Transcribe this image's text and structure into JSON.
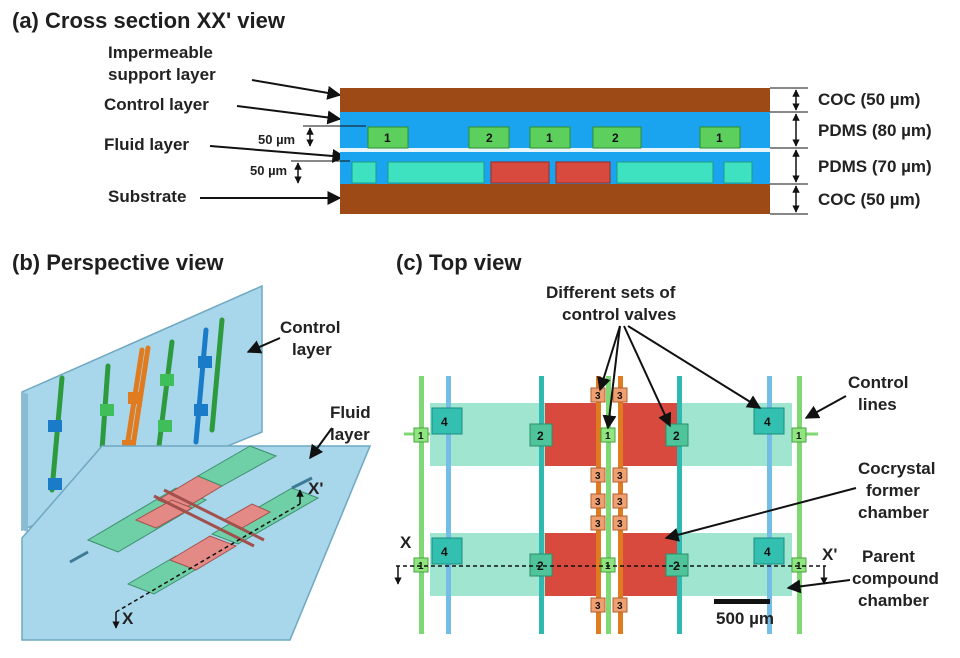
{
  "panel_a": {
    "title": "(a)  Cross section XX' view",
    "labels": {
      "support": [
        "Impermeable",
        "support layer"
      ],
      "control": "Control layer",
      "fluid": "Fluid layer",
      "substrate": "Substrate"
    },
    "dims": {
      "ctrl_h": "50 µm",
      "fluid_h": "50 µm",
      "coc_top": "COC (50 µm)",
      "pdms_top": "PDMS (80 µm)",
      "pdms_bot": "PDMS (70 µm)",
      "coc_bot": "COC (50 µm)"
    },
    "valve_ids": [
      "1",
      "2",
      "1",
      "2",
      "1"
    ]
  },
  "panel_b": {
    "title": "(b)  Perspective view",
    "labels": {
      "control": [
        "Control",
        "layer"
      ],
      "fluid": [
        "Fluid",
        "layer"
      ],
      "x": "X",
      "xp": "X'"
    }
  },
  "panel_c": {
    "title": "(c)  Top view",
    "labels": {
      "valves": [
        "Different sets of",
        "control valves"
      ],
      "control_lines": [
        "Control",
        "lines"
      ],
      "cocrystal": [
        "Cocrystal",
        "former",
        "chamber"
      ],
      "parent": [
        "Parent",
        "compound",
        "chamber"
      ],
      "x": "X",
      "xp": "X'",
      "scale": "500 µm"
    },
    "valve_ids": {
      "v4": "4",
      "v2": "2",
      "v1": "1",
      "v3": "3"
    }
  },
  "colors": {
    "coc": "#9e4a16",
    "pdms": "#1aa3ee",
    "control_valve": "#5ccf5c",
    "fluid_chamber": "#3fe2c0",
    "cocrystal_chamber": "#d94a3e",
    "perspective_glass": "#a8d6ea",
    "top_chamber": "#7fdcc0"
  }
}
